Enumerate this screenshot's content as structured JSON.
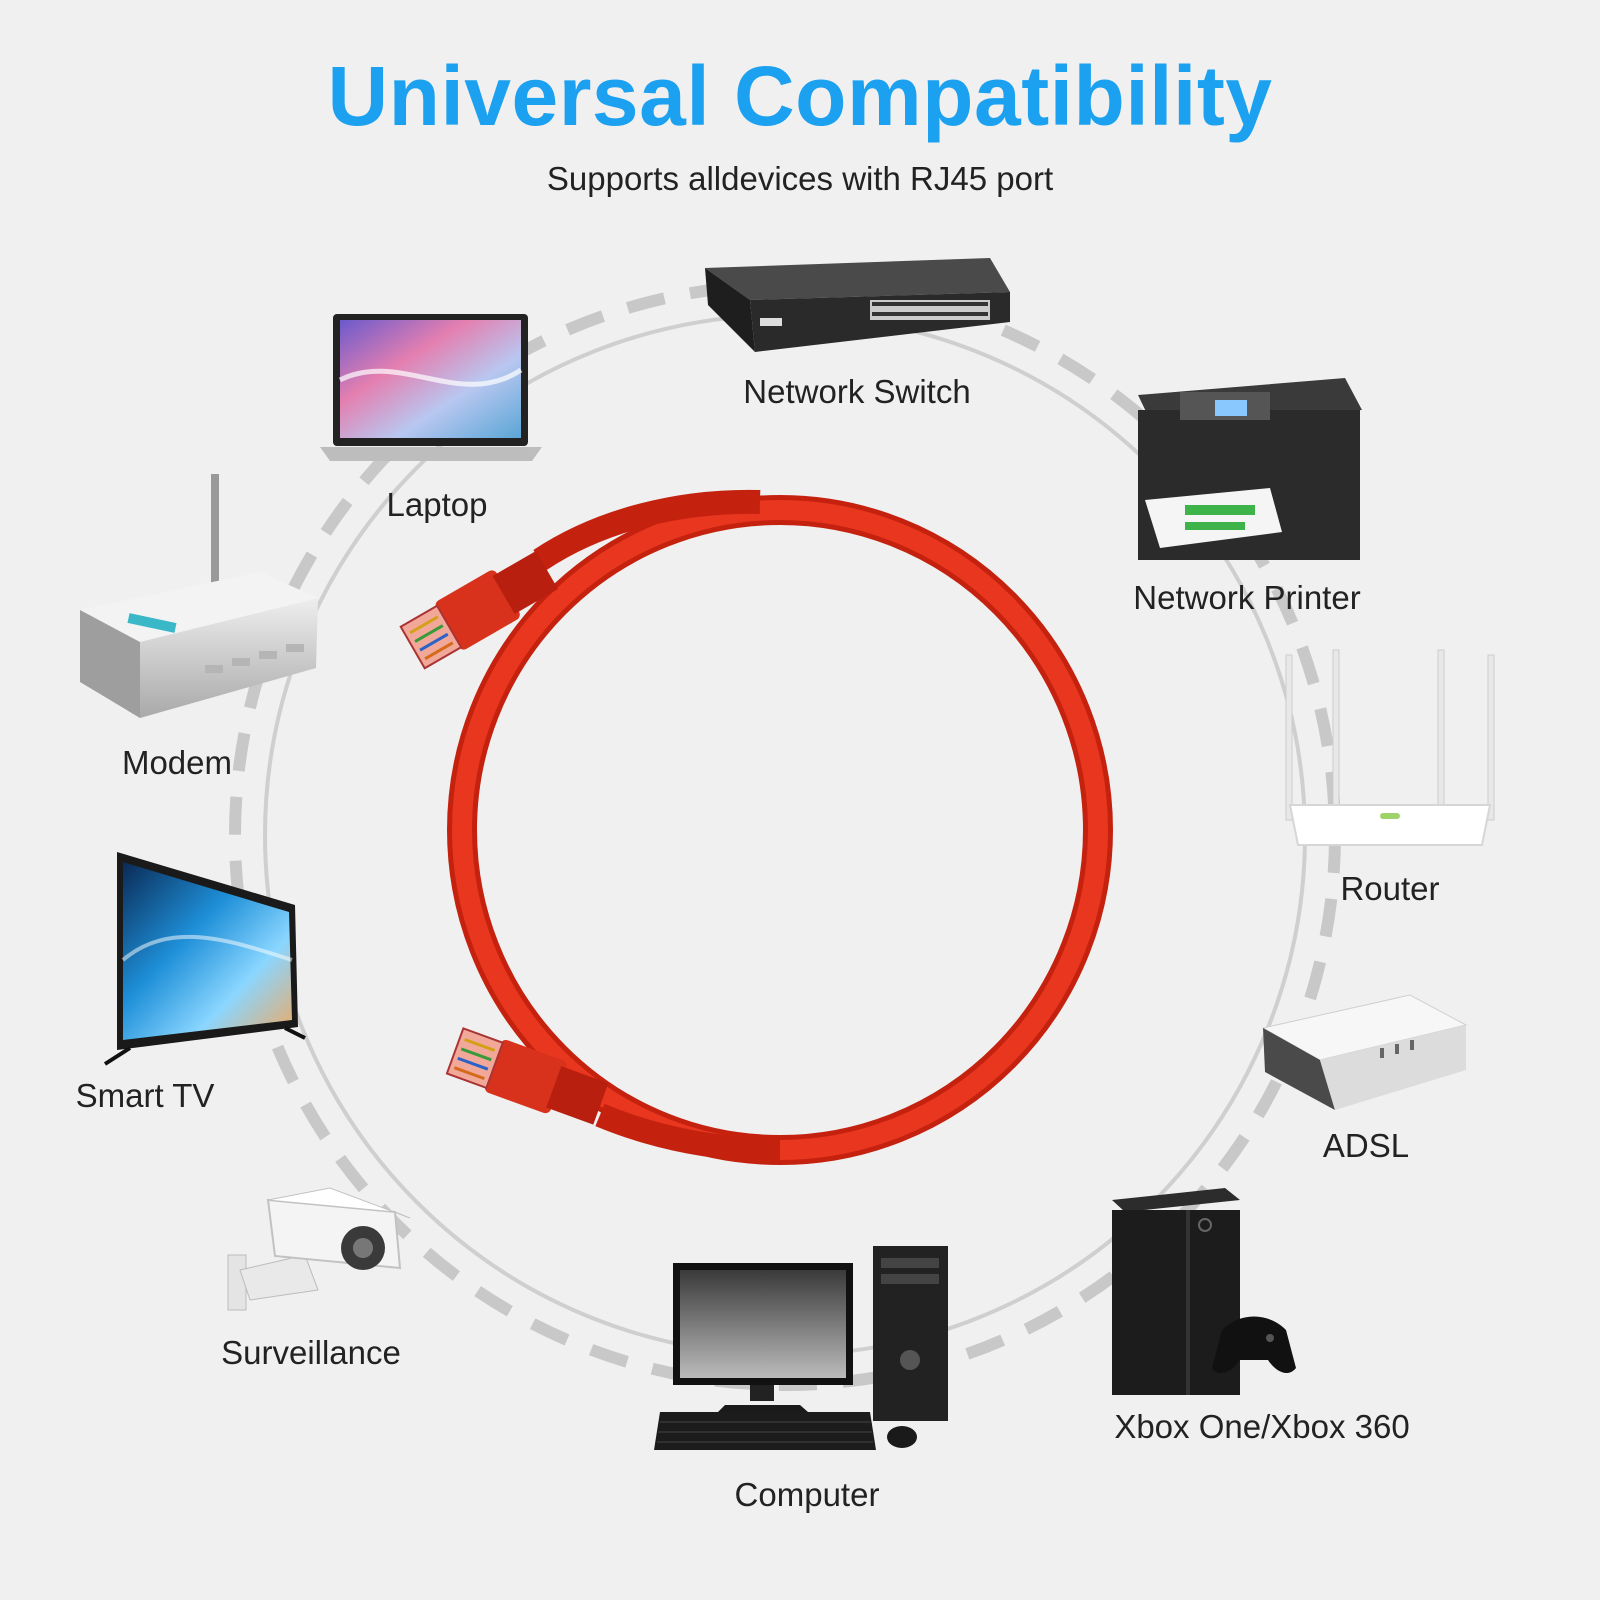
{
  "header": {
    "title": "Universal Compatibility",
    "subtitle": "Supports alldevices with RJ45 port"
  },
  "colors": {
    "title": "#1ba1ef",
    "cable": "#e0301e",
    "ring": "#c8c8c8",
    "background": "#f0f0f0"
  },
  "devices": [
    {
      "id": "network-switch",
      "label": "Network Switch",
      "icon": "network-switch-icon"
    },
    {
      "id": "laptop",
      "label": "Laptop",
      "icon": "laptop-icon"
    },
    {
      "id": "network-printer",
      "label": "Network Printer",
      "icon": "printer-icon"
    },
    {
      "id": "modem",
      "label": "Modem",
      "icon": "modem-icon"
    },
    {
      "id": "router",
      "label": "Router",
      "icon": "router-icon"
    },
    {
      "id": "smart-tv",
      "label": "Smart TV",
      "icon": "tv-icon"
    },
    {
      "id": "adsl",
      "label": "ADSL",
      "icon": "adsl-modem-icon"
    },
    {
      "id": "surveillance",
      "label": "Surveillance",
      "icon": "security-camera-icon"
    },
    {
      "id": "xbox",
      "label": "Xbox One/Xbox 360",
      "icon": "game-console-icon"
    },
    {
      "id": "computer",
      "label": "Computer",
      "icon": "desktop-computer-icon"
    }
  ],
  "center": {
    "icon": "ethernet-cable-icon"
  }
}
